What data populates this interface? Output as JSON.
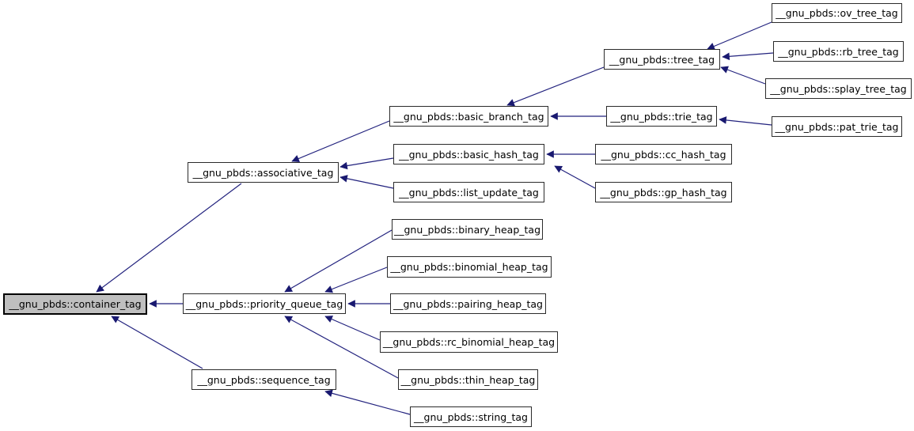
{
  "diagram": {
    "type": "inheritance-graph",
    "colors": {
      "edge": "#22227e",
      "arrowhead": "#191970",
      "node_fill": "#ffffff",
      "node_border": "#2b2b2b",
      "selected_node_fill": "#bfbfbf",
      "background": "#ffffff"
    },
    "nodes": [
      {
        "id": "container_tag",
        "label": "__gnu_pbds::container_tag",
        "selected": true
      },
      {
        "id": "associative_tag",
        "label": "__gnu_pbds::associative_tag",
        "selected": false
      },
      {
        "id": "priority_queue_tag",
        "label": "__gnu_pbds::priority_queue_tag",
        "selected": false
      },
      {
        "id": "sequence_tag",
        "label": "__gnu_pbds::sequence_tag",
        "selected": false
      },
      {
        "id": "basic_branch_tag",
        "label": "__gnu_pbds::basic_branch_tag",
        "selected": false
      },
      {
        "id": "basic_hash_tag",
        "label": "__gnu_pbds::basic_hash_tag",
        "selected": false
      },
      {
        "id": "list_update_tag",
        "label": "__gnu_pbds::list_update_tag",
        "selected": false
      },
      {
        "id": "binary_heap_tag",
        "label": "__gnu_pbds::binary_heap_tag",
        "selected": false
      },
      {
        "id": "binomial_heap_tag",
        "label": "__gnu_pbds::binomial_heap_tag",
        "selected": false
      },
      {
        "id": "pairing_heap_tag",
        "label": "__gnu_pbds::pairing_heap_tag",
        "selected": false
      },
      {
        "id": "rc_binomial_heap_tag",
        "label": "__gnu_pbds::rc_binomial_heap_tag",
        "selected": false
      },
      {
        "id": "thin_heap_tag",
        "label": "__gnu_pbds::thin_heap_tag",
        "selected": false
      },
      {
        "id": "string_tag",
        "label": "__gnu_pbds::string_tag",
        "selected": false
      },
      {
        "id": "tree_tag",
        "label": "__gnu_pbds::tree_tag",
        "selected": false
      },
      {
        "id": "trie_tag",
        "label": "__gnu_pbds::trie_tag",
        "selected": false
      },
      {
        "id": "cc_hash_tag",
        "label": "__gnu_pbds::cc_hash_tag",
        "selected": false
      },
      {
        "id": "gp_hash_tag",
        "label": "__gnu_pbds::gp_hash_tag",
        "selected": false
      },
      {
        "id": "ov_tree_tag",
        "label": "__gnu_pbds::ov_tree_tag",
        "selected": false
      },
      {
        "id": "rb_tree_tag",
        "label": "__gnu_pbds::rb_tree_tag",
        "selected": false
      },
      {
        "id": "splay_tree_tag",
        "label": "__gnu_pbds::splay_tree_tag",
        "selected": false
      },
      {
        "id": "pat_trie_tag",
        "label": "__gnu_pbds::pat_trie_tag",
        "selected": false
      }
    ],
    "edges": [
      {
        "from": "associative_tag",
        "to": "container_tag"
      },
      {
        "from": "priority_queue_tag",
        "to": "container_tag"
      },
      {
        "from": "sequence_tag",
        "to": "container_tag"
      },
      {
        "from": "basic_branch_tag",
        "to": "associative_tag"
      },
      {
        "from": "basic_hash_tag",
        "to": "associative_tag"
      },
      {
        "from": "list_update_tag",
        "to": "associative_tag"
      },
      {
        "from": "tree_tag",
        "to": "basic_branch_tag"
      },
      {
        "from": "trie_tag",
        "to": "basic_branch_tag"
      },
      {
        "from": "cc_hash_tag",
        "to": "basic_hash_tag"
      },
      {
        "from": "gp_hash_tag",
        "to": "basic_hash_tag"
      },
      {
        "from": "ov_tree_tag",
        "to": "tree_tag"
      },
      {
        "from": "rb_tree_tag",
        "to": "tree_tag"
      },
      {
        "from": "splay_tree_tag",
        "to": "tree_tag"
      },
      {
        "from": "pat_trie_tag",
        "to": "trie_tag"
      },
      {
        "from": "binary_heap_tag",
        "to": "priority_queue_tag"
      },
      {
        "from": "binomial_heap_tag",
        "to": "priority_queue_tag"
      },
      {
        "from": "pairing_heap_tag",
        "to": "priority_queue_tag"
      },
      {
        "from": "rc_binomial_heap_tag",
        "to": "priority_queue_tag"
      },
      {
        "from": "thin_heap_tag",
        "to": "priority_queue_tag"
      },
      {
        "from": "string_tag",
        "to": "sequence_tag"
      }
    ]
  }
}
